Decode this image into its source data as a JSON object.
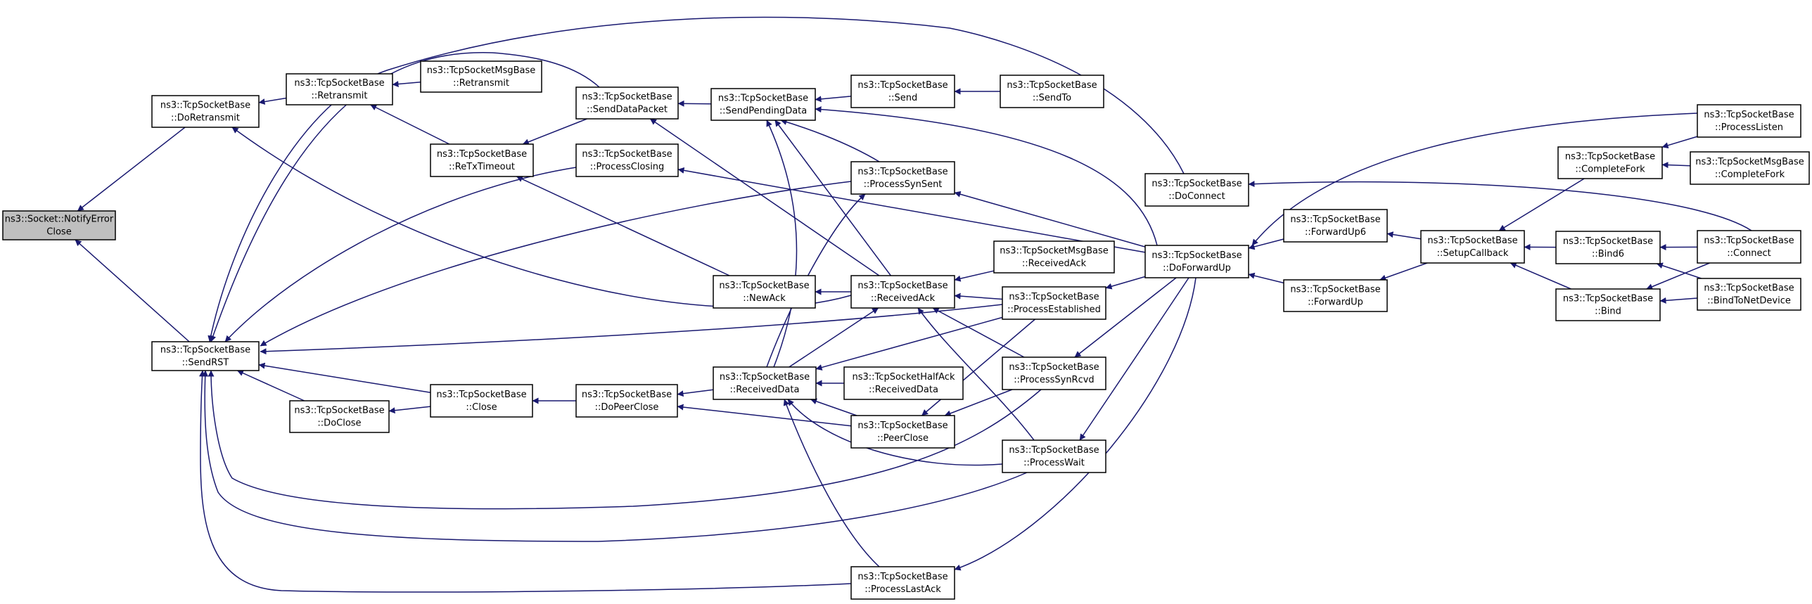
{
  "nodes": {
    "notify_error_close": {
      "line1": "ns3::Socket::NotifyError",
      "line2": "Close",
      "root": true
    },
    "do_retransmit": {
      "line1": "ns3::TcpSocketBase",
      "line2": "::DoRetransmit"
    },
    "send_rst": {
      "line1": "ns3::TcpSocketBase",
      "line2": "::SendRST"
    },
    "retransmit": {
      "line1": "ns3::TcpSocketBase",
      "line2": "::Retransmit"
    },
    "msg_retransmit": {
      "line1": "ns3::TcpSocketMsgBase",
      "line2": "::Retransmit"
    },
    "retx_timeout": {
      "line1": "ns3::TcpSocketBase",
      "line2": "::ReTxTimeout"
    },
    "do_close": {
      "line1": "ns3::TcpSocketBase",
      "line2": "::DoClose"
    },
    "close": {
      "line1": "ns3::TcpSocketBase",
      "line2": "::Close"
    },
    "send_data_packet": {
      "line1": "ns3::TcpSocketBase",
      "line2": "::SendDataPacket"
    },
    "process_closing": {
      "line1": "ns3::TcpSocketBase",
      "line2": "::ProcessClosing"
    },
    "do_peer_close": {
      "line1": "ns3::TcpSocketBase",
      "line2": "::DoPeerClose"
    },
    "send_pending_data": {
      "line1": "ns3::TcpSocketBase",
      "line2": "::SendPendingData"
    },
    "new_ack": {
      "line1": "ns3::TcpSocketBase",
      "line2": "::NewAck"
    },
    "received_data": {
      "line1": "ns3::TcpSocketBase",
      "line2": "::ReceivedData"
    },
    "send": {
      "line1": "ns3::TcpSocketBase",
      "line2": "::Send"
    },
    "process_syn_sent": {
      "line1": "ns3::TcpSocketBase",
      "line2": "::ProcessSynSent"
    },
    "received_ack": {
      "line1": "ns3::TcpSocketBase",
      "line2": "::ReceivedAck"
    },
    "half_received_data": {
      "line1": "ns3::TcpSocketHalfAck",
      "line2": "::ReceivedData"
    },
    "peer_close": {
      "line1": "ns3::TcpSocketBase",
      "line2": "::PeerClose"
    },
    "process_last_ack": {
      "line1": "ns3::TcpSocketBase",
      "line2": "::ProcessLastAck"
    },
    "send_to": {
      "line1": "ns3::TcpSocketBase",
      "line2": "::SendTo"
    },
    "msg_received_ack": {
      "line1": "ns3::TcpSocketMsgBase",
      "line2": "::ReceivedAck"
    },
    "process_established": {
      "line1": "ns3::TcpSocketBase",
      "line2": "::ProcessEstablished"
    },
    "process_syn_rcvd": {
      "line1": "ns3::TcpSocketBase",
      "line2": "::ProcessSynRcvd"
    },
    "process_wait": {
      "line1": "ns3::TcpSocketBase",
      "line2": "::ProcessWait"
    },
    "do_connect": {
      "line1": "ns3::TcpSocketBase",
      "line2": "::DoConnect"
    },
    "do_forward_up": {
      "line1": "ns3::TcpSocketBase",
      "line2": "::DoForwardUp"
    },
    "forward_up6": {
      "line1": "ns3::TcpSocketBase",
      "line2": "::ForwardUp6"
    },
    "forward_up": {
      "line1": "ns3::TcpSocketBase",
      "line2": "::ForwardUp"
    },
    "setup_callback": {
      "line1": "ns3::TcpSocketBase",
      "line2": "::SetupCallback"
    },
    "complete_fork": {
      "line1": "ns3::TcpSocketBase",
      "line2": "::CompleteFork"
    },
    "bind6": {
      "line1": "ns3::TcpSocketBase",
      "line2": "::Bind6"
    },
    "bind": {
      "line1": "ns3::TcpSocketBase",
      "line2": "::Bind"
    },
    "process_listen": {
      "line1": "ns3::TcpSocketBase",
      "line2": "::ProcessListen"
    },
    "msg_complete_fork": {
      "line1": "ns3::TcpSocketMsgBase",
      "line2": "::CompleteFork"
    },
    "connect": {
      "line1": "ns3::TcpSocketBase",
      "line2": "::Connect"
    },
    "bind_to_net_device": {
      "line1": "ns3::TcpSocketBase",
      "line2": "::BindToNetDevice"
    }
  },
  "edges": [
    [
      "do_retransmit",
      "notify_error_close"
    ],
    [
      "send_rst",
      "notify_error_close"
    ],
    [
      "retransmit",
      "do_retransmit"
    ],
    [
      "received_ack",
      "do_retransmit"
    ],
    [
      "msg_retransmit",
      "retransmit"
    ],
    [
      "retx_timeout",
      "retransmit"
    ],
    [
      "send_data_packet",
      "retx_timeout"
    ],
    [
      "new_ack",
      "retx_timeout"
    ],
    [
      "process_closing",
      "send_rst"
    ],
    [
      "process_syn_sent",
      "send_rst"
    ],
    [
      "process_established",
      "send_rst"
    ],
    [
      "close",
      "send_rst"
    ],
    [
      "do_close",
      "send_rst"
    ],
    [
      "process_syn_rcvd",
      "send_rst"
    ],
    [
      "process_wait",
      "send_rst"
    ],
    [
      "process_last_ack",
      "send_rst"
    ],
    [
      "do_connect",
      "send_rst"
    ],
    [
      "send_data_packet",
      "send_rst"
    ],
    [
      "close",
      "do_close"
    ],
    [
      "do_peer_close",
      "close"
    ],
    [
      "received_data",
      "do_peer_close"
    ],
    [
      "peer_close",
      "do_peer_close"
    ],
    [
      "send_pending_data",
      "send_data_packet"
    ],
    [
      "received_ack",
      "send_data_packet"
    ],
    [
      "send",
      "send_pending_data"
    ],
    [
      "process_syn_sent",
      "send_pending_data"
    ],
    [
      "received_ack",
      "send_pending_data"
    ],
    [
      "do_forward_up",
      "send_pending_data"
    ],
    [
      "received_data",
      "send_pending_data"
    ],
    [
      "send_to",
      "send"
    ],
    [
      "do_forward_up",
      "process_closing"
    ],
    [
      "received_ack",
      "new_ack"
    ],
    [
      "do_forward_up",
      "process_syn_sent"
    ],
    [
      "msg_received_ack",
      "received_ack"
    ],
    [
      "process_established",
      "received_ack"
    ],
    [
      "process_syn_rcvd",
      "received_ack"
    ],
    [
      "process_wait",
      "received_ack"
    ],
    [
      "half_received_data",
      "received_data"
    ],
    [
      "peer_close",
      "received_data"
    ],
    [
      "process_established",
      "received_data"
    ],
    [
      "process_wait",
      "received_data"
    ],
    [
      "process_last_ack",
      "received_data"
    ],
    [
      "received_data",
      "received_ack"
    ],
    [
      "received_data",
      "process_syn_sent"
    ],
    [
      "process_established",
      "peer_close"
    ],
    [
      "process_syn_rcvd",
      "peer_close"
    ],
    [
      "do_forward_up",
      "process_established"
    ],
    [
      "do_forward_up",
      "process_syn_rcvd"
    ],
    [
      "do_forward_up",
      "process_wait"
    ],
    [
      "do_forward_up",
      "process_last_ack"
    ],
    [
      "connect",
      "do_connect"
    ],
    [
      "forward_up6",
      "do_forward_up"
    ],
    [
      "forward_up",
      "do_forward_up"
    ],
    [
      "process_listen",
      "do_forward_up"
    ],
    [
      "setup_callback",
      "forward_up6"
    ],
    [
      "setup_callback",
      "forward_up"
    ],
    [
      "complete_fork",
      "setup_callback"
    ],
    [
      "bind6",
      "setup_callback"
    ],
    [
      "bind",
      "setup_callback"
    ],
    [
      "process_listen",
      "complete_fork"
    ],
    [
      "msg_complete_fork",
      "complete_fork"
    ],
    [
      "connect",
      "bind6"
    ],
    [
      "bind_to_net_device",
      "bind6"
    ],
    [
      "connect",
      "bind"
    ],
    [
      "bind_to_net_device",
      "bind"
    ]
  ]
}
